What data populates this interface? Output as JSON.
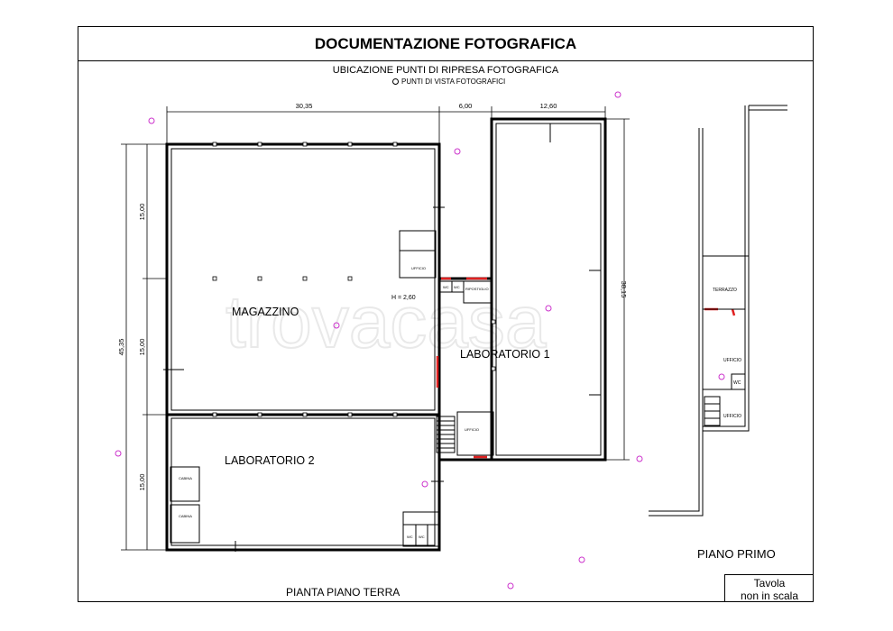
{
  "header": {
    "title": "DOCUMENTAZIONE FOTOGRAFICA"
  },
  "subtitle": "UBICAZIONE PUNTI DI RIPRESA FOTOGRAFICA",
  "legend": {
    "symbol": "O",
    "label": "PUNTI DI VISTA FOTOGRAFICI"
  },
  "dimensions": {
    "top_a": "30,35",
    "top_b": "6,00",
    "top_c": "12,60",
    "left_total": "45,35",
    "left_1": "15,00",
    "left_2": "15,00",
    "left_3": "15,00",
    "right": "38,15"
  },
  "rooms": {
    "magazzino": "MAGAZZINO",
    "laboratorio1": "LABORATORIO 1",
    "laboratorio2": "LABORATORIO 2",
    "ufficio": "UFFICIO",
    "ripostiglio": "RIPOSTIGLIO",
    "wc": "WC",
    "height": "H = 2,60",
    "cabina": "CABINA"
  },
  "upper_floor": {
    "terrazzo": "TERRAZZO",
    "ufficio": "UFFICIO",
    "wc": "WC",
    "label": "PIANO PRIMO"
  },
  "ground_floor_label": "PIANTA PIANO TERRA",
  "tavola": {
    "line1": "Tavola",
    "line2": "non in scala"
  },
  "colors": {
    "photo_point": "#cc33cc",
    "door": "#e02020",
    "wall": "#000000"
  }
}
